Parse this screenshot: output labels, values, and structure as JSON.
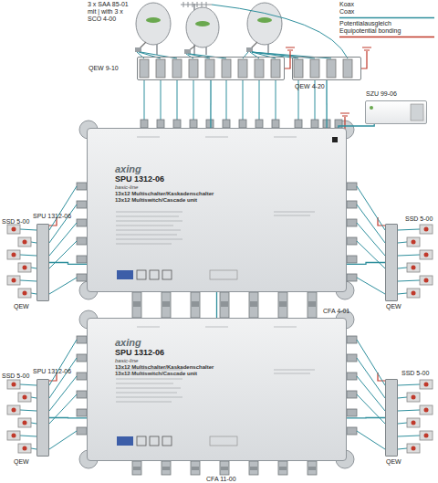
{
  "diagram": {
    "nodes": [
      {
        "text": [
          "QEW 9-10"
        ]
      },
      {
        "text": [
          "QEW 4-20"
        ]
      },
      {
        "text": [
          "SZU 99-06"
        ]
      },
      {
        "text": [
          "axing",
          "SPU 1312-06",
          "basic-line",
          "13x12 Multischalter/Kaskadenschalter",
          "13x12 Multiswitch/Cascade unit"
        ]
      },
      {
        "text": [
          "QEW"
        ]
      },
      {
        "text": [
          "QEW"
        ]
      },
      {
        "text": [
          "axing",
          "SPU 1312-06",
          "basic-line",
          "13x12 Multischalter/Kaskadenschalter",
          "13x12 Multiswitch/Cascade unit"
        ]
      },
      {
        "text": [
          "QEW"
        ]
      },
      {
        "text": [
          "QEW"
        ]
      }
    ],
    "edges": [
      {
        "from": 0,
        "to": 3,
        "arrow": "none"
      },
      {
        "from": 1,
        "to": 3,
        "arrow": "none"
      },
      {
        "from": 2,
        "to": 3,
        "arrow": "none"
      },
      {
        "from": 3,
        "to": 6,
        "arrow": "none"
      },
      {
        "from": 3,
        "to": 4,
        "arrow": "none"
      },
      {
        "from": 3,
        "to": 5,
        "arrow": "none"
      },
      {
        "from": 6,
        "to": 7,
        "arrow": "none"
      },
      {
        "from": 6,
        "to": 8,
        "arrow": "none"
      }
    ],
    "labels": [
      "3 x SAA 85-01 mit | with 3 x SCO 4-00",
      "SPU 1312-06",
      "SSD 5-00",
      "SSD 5-00",
      "CFA 4-01",
      "SPU 1312-06",
      "SSD 5-00",
      "SSD 5-00",
      "CFA 11-00"
    ],
    "legend": [
      {
        "text": "Koax"
      },
      {
        "text": "Coax"
      },
      {
        "text": "Potentialausgleich"
      },
      {
        "text": "Equipotential bonding"
      }
    ]
  }
}
